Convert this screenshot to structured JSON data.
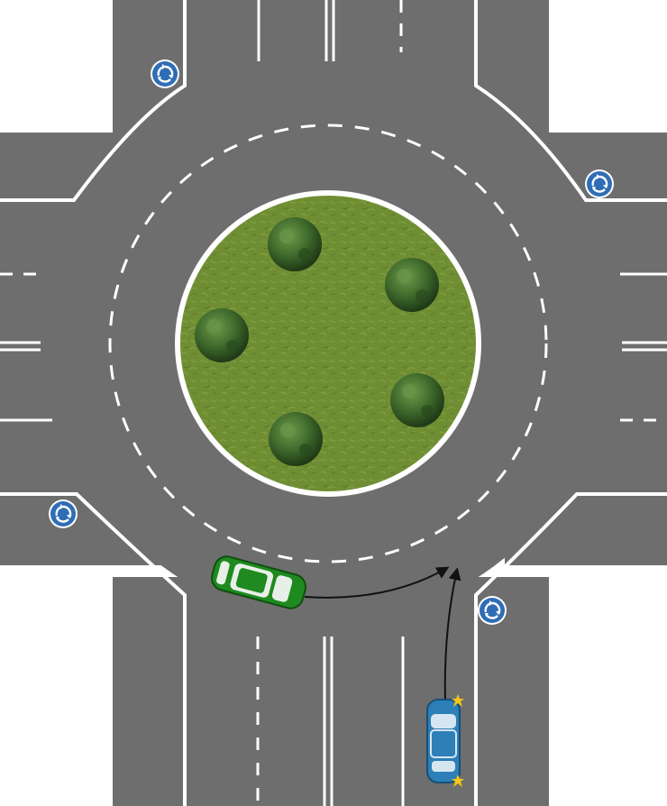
{
  "scene": {
    "type": "roundabout-diagram",
    "colors": {
      "background": "#ffffff",
      "asphalt": "#6e6e6e",
      "asphalt_light": "#7b7b7b",
      "road_marking": "#ffffff",
      "island_grass": "#6f8e33",
      "island_grass_dark": "#58742a",
      "bush": "#3f6a2c",
      "bush_dark": "#24421a",
      "sign_blue": "#2f6db5",
      "sign_symbol": "#ffffff",
      "green_car": "#1f8a1f",
      "green_car_window": "#e8efe8",
      "blue_car": "#2d7fb8",
      "blue_car_window": "#d6e6f0",
      "indicator": "#f5c518",
      "path_arrow": "#111111"
    },
    "signs": [
      {
        "kind": "roundabout-sign"
      },
      {
        "kind": "roundabout-sign"
      },
      {
        "kind": "roundabout-sign"
      },
      {
        "kind": "roundabout-sign"
      }
    ],
    "vehicles": [
      {
        "id": "green-car",
        "color": "green",
        "maneuver": "circulating",
        "indicator": "off"
      },
      {
        "id": "blue-car",
        "color": "blue",
        "maneuver": "entering-from-south",
        "indicator": "on"
      }
    ],
    "island": {
      "bushes": 5
    }
  }
}
